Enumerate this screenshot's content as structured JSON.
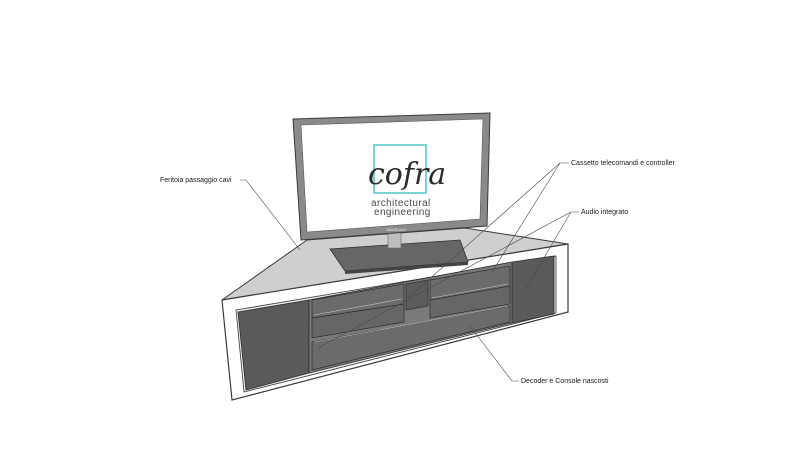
{
  "brand": {
    "logo_text": "cofra",
    "line1": "architectural",
    "line2": "engineering",
    "accent_color": "#5bc8cc",
    "tv_badge": "SAMSUNG"
  },
  "callouts": {
    "cable_slot": "Feritoia passaggio cavi",
    "drawer": "Cassetto telecomandi e controller",
    "audio": "Audio integrato",
    "hidden_devices": "Decoder e Console nascosti"
  },
  "colors": {
    "cabinet_face": "#ffffff",
    "cabinet_outline": "#3a3a3a",
    "panel_dark": "#6b6b6b",
    "panel_darker": "#5a5a5a",
    "tv_frame": "#8a8a8a",
    "tv_screen": "#ffffff",
    "top_surface": "#cfcfcf"
  }
}
